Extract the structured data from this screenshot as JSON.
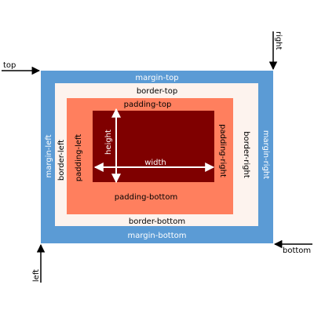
{
  "colors": {
    "margin": "#5b9bd5",
    "border": "#fdf3ee",
    "padding": "#ff7f5e",
    "content": "#7f0000",
    "arrow": "#000000",
    "inner_arrow": "#ffffff"
  },
  "labels": {
    "margin_top": "margin-top",
    "margin_bottom": "margin-bottom",
    "margin_left": "margin-left",
    "margin_right": "margin-right",
    "border_top": "border-top",
    "border_bottom": "border-bottom",
    "border_left": "border-left",
    "border_right": "border-right",
    "padding_top": "padding-top",
    "padding_bottom": "padding-bottom",
    "padding_left": "padding-left",
    "padding_right": "padding-right",
    "width": "width",
    "height": "height"
  },
  "corner_labels": {
    "top": "top",
    "right": "right",
    "bottom": "bottom",
    "left": "left"
  }
}
